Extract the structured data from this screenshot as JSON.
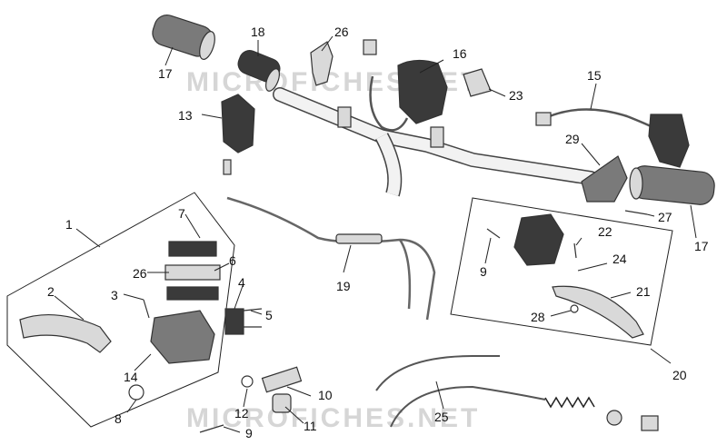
{
  "watermark": {
    "top": "MICROFICHES.NET",
    "bottom": "MICROFICHES.NET"
  },
  "callouts": [
    {
      "id": "c1",
      "text": "1"
    },
    {
      "id": "c2",
      "text": "2"
    },
    {
      "id": "c3",
      "text": "3"
    },
    {
      "id": "c4",
      "text": "4"
    },
    {
      "id": "c5",
      "text": "5"
    },
    {
      "id": "c6",
      "text": "6"
    },
    {
      "id": "c7",
      "text": "7"
    },
    {
      "id": "c8",
      "text": "8"
    },
    {
      "id": "c9a",
      "text": "9"
    },
    {
      "id": "c9b",
      "text": "9"
    },
    {
      "id": "c10",
      "text": "10"
    },
    {
      "id": "c11",
      "text": "11"
    },
    {
      "id": "c12",
      "text": "12"
    },
    {
      "id": "c13",
      "text": "13"
    },
    {
      "id": "c14",
      "text": "14"
    },
    {
      "id": "c15",
      "text": "15"
    },
    {
      "id": "c16",
      "text": "16"
    },
    {
      "id": "c17a",
      "text": "17"
    },
    {
      "id": "c17b",
      "text": "17"
    },
    {
      "id": "c18",
      "text": "18"
    },
    {
      "id": "c19",
      "text": "19"
    },
    {
      "id": "c20",
      "text": "20"
    },
    {
      "id": "c21",
      "text": "21"
    },
    {
      "id": "c22",
      "text": "22"
    },
    {
      "id": "c23",
      "text": "23"
    },
    {
      "id": "c24",
      "text": "24"
    },
    {
      "id": "c25",
      "text": "25"
    },
    {
      "id": "c26a",
      "text": "26"
    },
    {
      "id": "c26b",
      "text": "26"
    },
    {
      "id": "c27",
      "text": "27"
    },
    {
      "id": "c28",
      "text": "28"
    },
    {
      "id": "c29",
      "text": "29"
    }
  ]
}
